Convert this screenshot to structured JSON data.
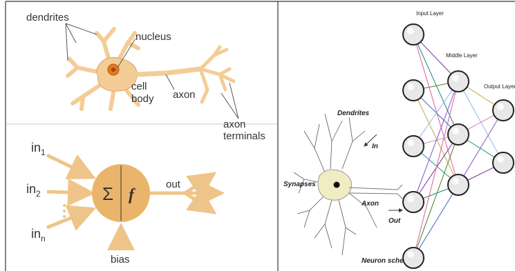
{
  "colors": {
    "neuron_fill": "#f4cc95",
    "neuron_stroke": "#d9a866",
    "nucleus": "#e07a1f",
    "arrow": "#efc48a",
    "sum_circle": "#eab56a",
    "node_fill": "#e8e8e8",
    "node_stroke": "#222222",
    "border": "#333333"
  },
  "biological_neuron": {
    "dendrites": "dendrites",
    "nucleus": "nucleus",
    "cell_body_line1": "cell",
    "cell_body_line2": "body",
    "axon": "axon",
    "axon_terminals_line1": "axon",
    "axon_terminals_line2": "terminals"
  },
  "artificial_neuron": {
    "in1_base": "in",
    "in1_sub": "1",
    "in2_base": "in",
    "in2_sub": "2",
    "inn_base": "in",
    "inn_sub": "n",
    "sum_symbol": "Σ",
    "func_symbol": "f",
    "out": "out",
    "bias": "bias"
  },
  "neuron_scheme": {
    "dendrites": "Dendrites",
    "in": "In",
    "synapses": "Synapses",
    "axon": "Axon",
    "out": "Out",
    "caption": "Neuron scheme"
  },
  "network": {
    "input_layer": "Input Layer",
    "middle_layer": "Middle Layer",
    "output_layer": "Output Layer",
    "input_nodes": 5,
    "middle_nodes": 3,
    "output_nodes": 2
  }
}
